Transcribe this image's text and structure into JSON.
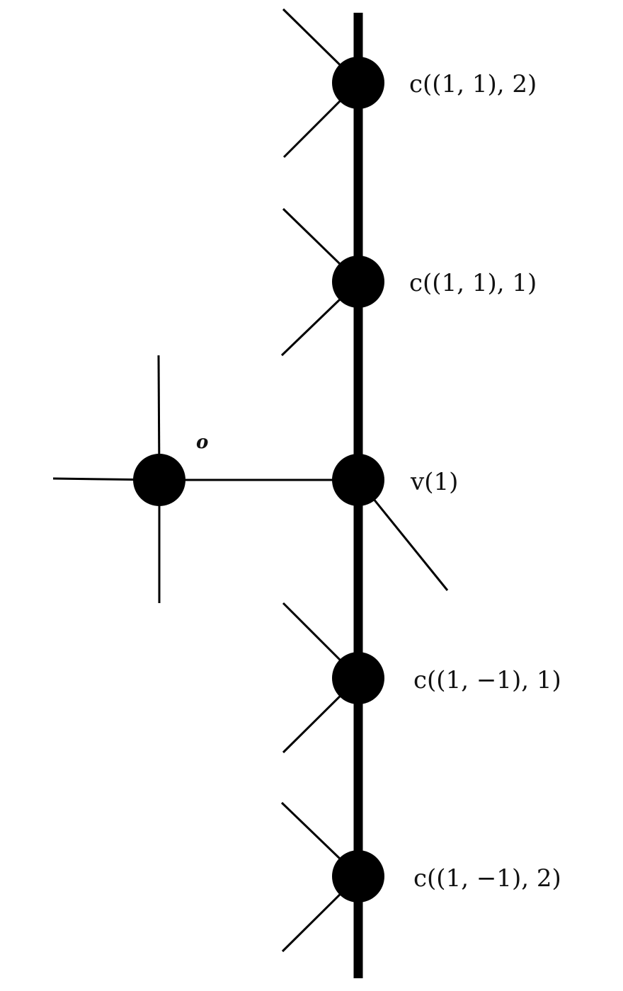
{
  "colors": {
    "ink": "#000000",
    "background": "#ffffff"
  },
  "labels": {
    "origin": "o",
    "node_top2": "c((1, 1), 2)",
    "node_top1": "c((1, 1), 1)",
    "node_mid": "v(1)",
    "node_bot1": "c((1, −1), 1)",
    "node_bot2": "c((1, −1), 2)"
  }
}
